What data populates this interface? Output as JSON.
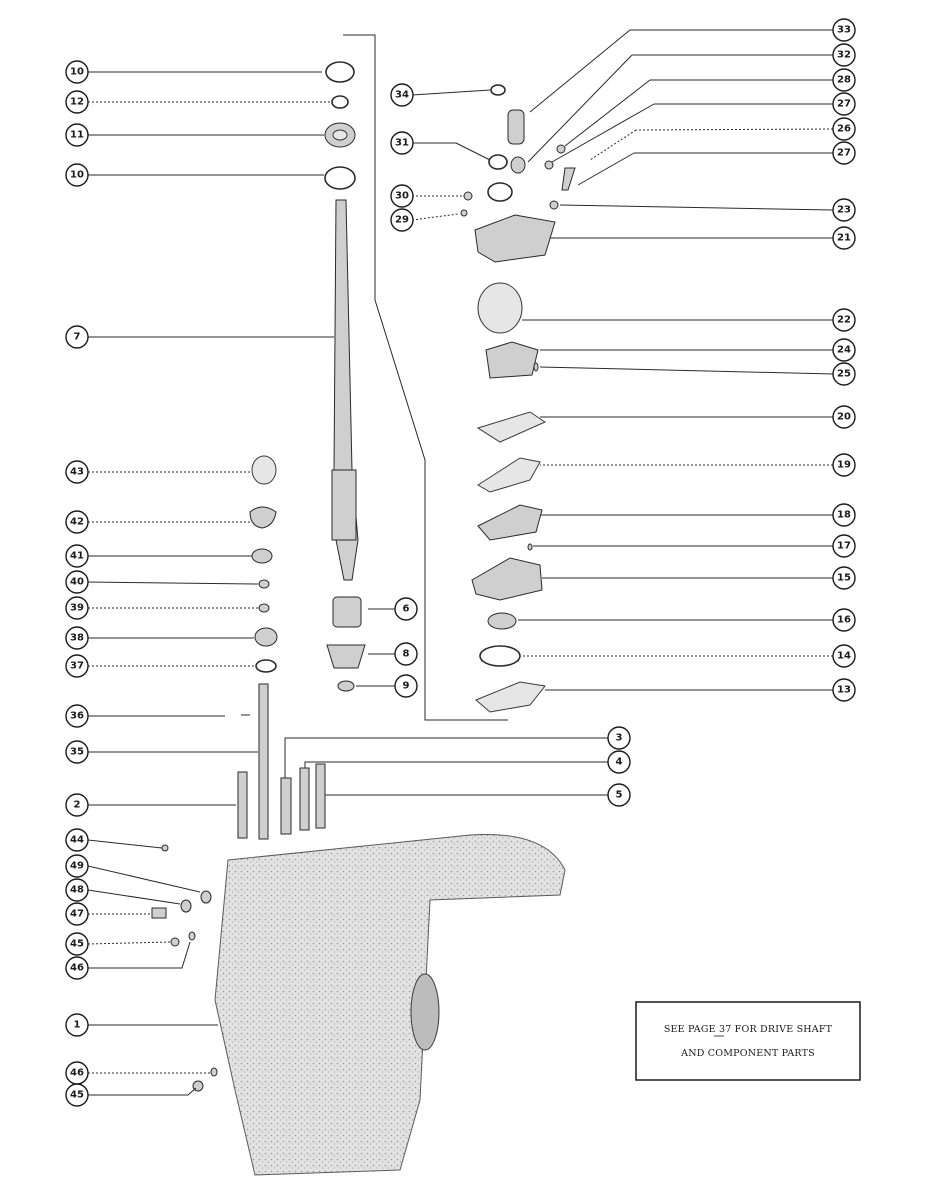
{
  "callouts": [
    {
      "id": "10a",
      "label": "10"
    },
    {
      "id": "12",
      "label": "12"
    },
    {
      "id": "11",
      "label": "11"
    },
    {
      "id": "10b",
      "label": "10"
    },
    {
      "id": "7",
      "label": "7"
    },
    {
      "id": "43",
      "label": "43"
    },
    {
      "id": "42",
      "label": "42"
    },
    {
      "id": "41",
      "label": "41"
    },
    {
      "id": "40",
      "label": "40"
    },
    {
      "id": "39",
      "label": "39"
    },
    {
      "id": "38",
      "label": "38"
    },
    {
      "id": "37",
      "label": "37"
    },
    {
      "id": "36",
      "label": "36"
    },
    {
      "id": "35",
      "label": "35"
    },
    {
      "id": "2",
      "label": "2"
    },
    {
      "id": "44",
      "label": "44"
    },
    {
      "id": "49",
      "label": "49"
    },
    {
      "id": "48",
      "label": "48"
    },
    {
      "id": "47",
      "label": "47"
    },
    {
      "id": "45a",
      "label": "45"
    },
    {
      "id": "46a",
      "label": "46"
    },
    {
      "id": "1",
      "label": "1"
    },
    {
      "id": "46b",
      "label": "46"
    },
    {
      "id": "45b",
      "label": "45"
    },
    {
      "id": "34",
      "label": "34"
    },
    {
      "id": "31",
      "label": "31"
    },
    {
      "id": "30",
      "label": "30"
    },
    {
      "id": "29",
      "label": "29"
    },
    {
      "id": "6",
      "label": "6"
    },
    {
      "id": "8",
      "label": "8"
    },
    {
      "id": "9",
      "label": "9"
    },
    {
      "id": "33",
      "label": "33"
    },
    {
      "id": "32",
      "label": "32"
    },
    {
      "id": "28",
      "label": "28"
    },
    {
      "id": "27a",
      "label": "27"
    },
    {
      "id": "26",
      "label": "26"
    },
    {
      "id": "27b",
      "label": "27"
    },
    {
      "id": "23",
      "label": "23"
    },
    {
      "id": "21",
      "label": "21"
    },
    {
      "id": "22",
      "label": "22"
    },
    {
      "id": "24",
      "label": "24"
    },
    {
      "id": "25",
      "label": "25"
    },
    {
      "id": "20",
      "label": "20"
    },
    {
      "id": "19",
      "label": "19"
    },
    {
      "id": "18",
      "label": "18"
    },
    {
      "id": "17",
      "label": "17"
    },
    {
      "id": "15",
      "label": "15"
    },
    {
      "id": "16",
      "label": "16"
    },
    {
      "id": "14",
      "label": "14"
    },
    {
      "id": "13",
      "label": "13"
    },
    {
      "id": "3",
      "label": "3"
    },
    {
      "id": "4",
      "label": "4"
    },
    {
      "id": "5",
      "label": "5"
    }
  ],
  "note": {
    "line1": "SEE PAGE 37 FOR DRIVE SHAFT",
    "line2": "AND COMPONENT PARTS"
  }
}
